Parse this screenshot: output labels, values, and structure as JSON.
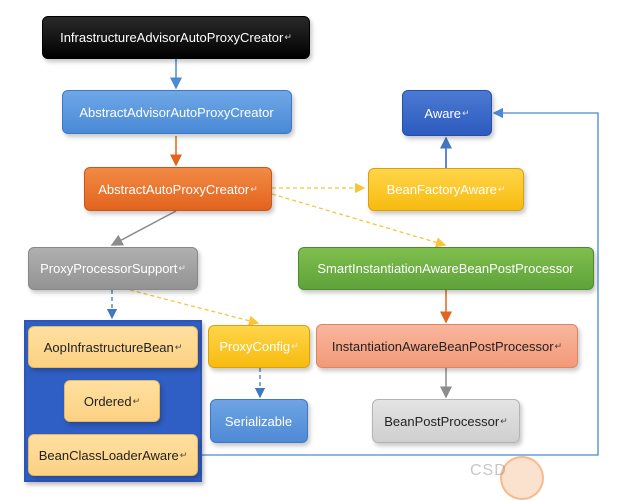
{
  "nodes": {
    "infra": {
      "label": "InfrastructureAdvisorAutoProxyCreator",
      "mark": "↵"
    },
    "advisor": {
      "label": "AbstractAdvisorAutoProxyCreator",
      "mark": ""
    },
    "auto": {
      "label": "AbstractAutoProxyCreator",
      "mark": "↵"
    },
    "pps": {
      "label": "ProxyProcessorSupport",
      "mark": "↵"
    },
    "aware": {
      "label": "Aware",
      "mark": "↵"
    },
    "bfa": {
      "label": "BeanFactoryAware",
      "mark": "↵"
    },
    "siabpp": {
      "label": "SmartInstantiationAwareBeanPostProcessor",
      "mark": ""
    },
    "aib": {
      "label": "AopInfrastructureBean",
      "mark": "↵"
    },
    "ordered": {
      "label": "Ordered",
      "mark": "↵"
    },
    "bcla": {
      "label": "BeanClassLoaderAware",
      "mark": "↵"
    },
    "pconfig": {
      "label": "ProxyConfig",
      "mark": "↵"
    },
    "serial": {
      "label": "Serializable",
      "mark": ""
    },
    "iabpp": {
      "label": "InstantiationAwareBeanPostProcessor",
      "mark": "↵"
    },
    "bpp": {
      "label": "BeanPostProcessor",
      "mark": "↵"
    }
  },
  "watermark": "CSD",
  "colors": {
    "solid_blue": "#4a89d6",
    "solid_orange": "#e2641e",
    "dashed_yellow": "#f7c43a",
    "dashed_blue": "#3f78c2",
    "gray": "#8c8c8c",
    "dark_blue": "#2f5ec4"
  }
}
